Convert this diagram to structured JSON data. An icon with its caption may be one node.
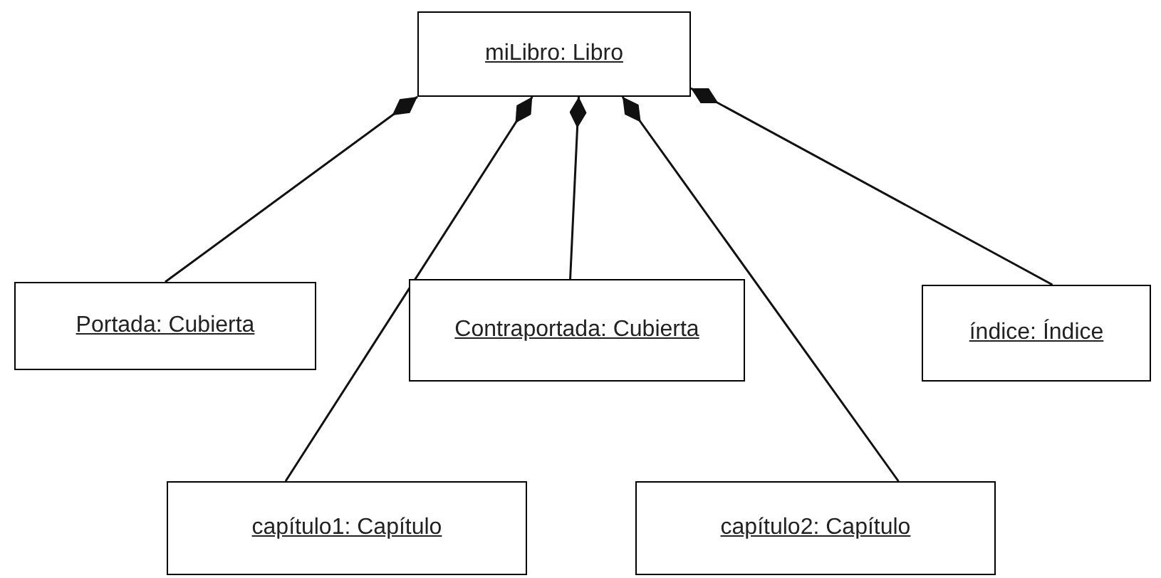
{
  "diagram": {
    "nodes": [
      {
        "text": [
          "miLibro: Libro"
        ]
      },
      {
        "text": [
          "Portada: Cubierta"
        ]
      },
      {
        "text": [
          "Contraportada: Cubierta"
        ]
      },
      {
        "text": [
          "índice: Índice"
        ]
      },
      {
        "text": [
          "capítulo1: Capítulo"
        ]
      },
      {
        "text": [
          "capítulo2: Capítulo"
        ]
      }
    ],
    "edges": [
      {
        "from": 1,
        "to": 0,
        "arrow": "other"
      },
      {
        "from": 4,
        "to": 0,
        "arrow": "other"
      },
      {
        "from": 2,
        "to": 0,
        "arrow": "other"
      },
      {
        "from": 5,
        "to": 0,
        "arrow": "other"
      },
      {
        "from": 3,
        "to": 0,
        "arrow": "other"
      }
    ]
  }
}
